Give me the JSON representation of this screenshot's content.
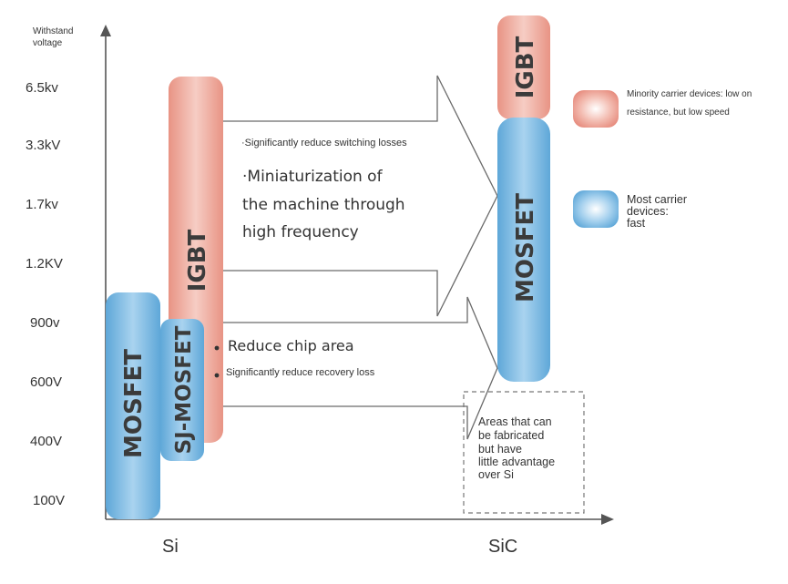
{
  "axis": {
    "y_label_line1": "Withstand",
    "y_label_line2": "voltage",
    "voltages": [
      "6.5kv",
      "3.3kV",
      "1.7kv",
      "1.2KV",
      "900v",
      "600V",
      "400V",
      "100V"
    ],
    "x_labels": [
      "Si",
      "SiC"
    ]
  },
  "devices": {
    "si_mosfet": "MOSFET",
    "si_sj_mosfet": "SJ-MOSFET",
    "si_igbt": "IGBT",
    "sic_igbt": "IGBT",
    "sic_mosfet": "MOSFET"
  },
  "upper_arrow": {
    "line1": "·Significantly reduce switching losses",
    "line2": "·Miniaturization of",
    "line3": "the machine through",
    "line4": "high frequency"
  },
  "lower_arrow": {
    "line1": "Reduce chip area",
    "line2": "Significantly reduce recovery loss"
  },
  "dashed_box": {
    "lines": [
      "Areas that can",
      "be fabricated",
      "but have",
      "little advantage",
      "over Si"
    ]
  },
  "legend": {
    "minority_line1": "Minority carrier devices: low on",
    "minority_line2": "resistance, but low speed",
    "majority_line1": "Most carrier",
    "majority_line2": "devices:",
    "majority_line3": "fast"
  },
  "colors": {
    "blue": "#6fb2dd",
    "red": "#e99386",
    "axis": "#555555"
  }
}
